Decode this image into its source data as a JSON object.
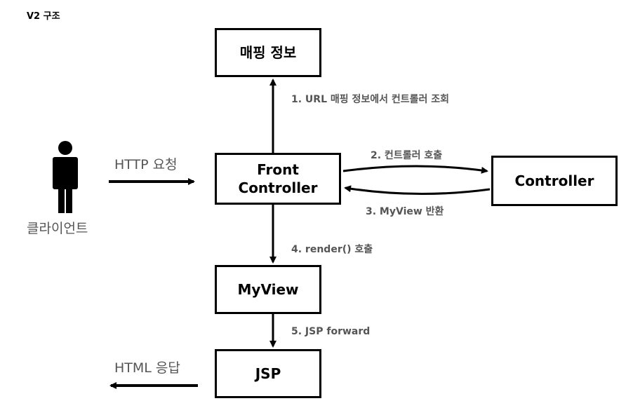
{
  "title": "V2 구조",
  "boxes": {
    "mapping": "매핑 정보",
    "front_line1": "Front",
    "front_line2": "Controller",
    "controller": "Controller",
    "myview": "MyView",
    "jsp": "JSP"
  },
  "client_label": "클라이언트",
  "labels": {
    "http_request": "HTTP 요청",
    "html_response": "HTML 응답",
    "step1": "1. URL 매핑 정보에서 컨트롤러 조회",
    "step2": "2. 컨트롤러 호출",
    "step3": "3. MyView 반환",
    "step4": "4. render() 호출",
    "step5": "5. JSP forward"
  }
}
